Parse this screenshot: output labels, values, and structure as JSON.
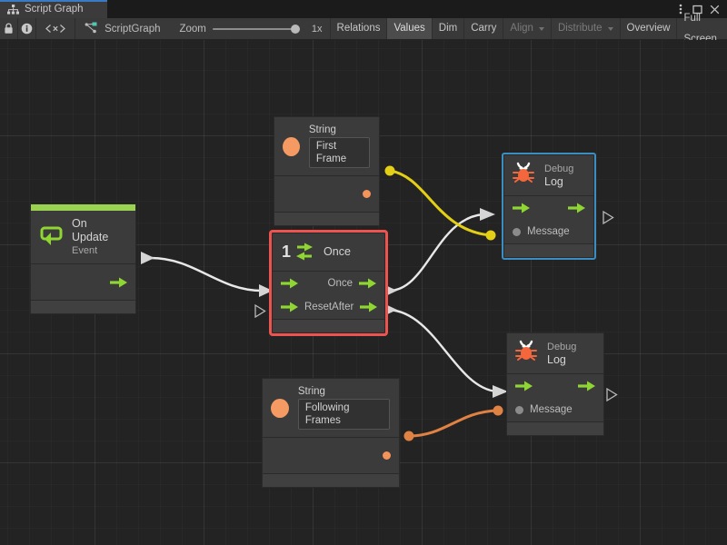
{
  "window": {
    "tab_label": "Script Graph",
    "tab_icon": "sitemap-icon",
    "menu_icon": "kebab-menu-icon",
    "maximize_icon": "maximize-icon",
    "close_icon": "close-icon"
  },
  "toolbar": {
    "lock_icon": "lock-icon",
    "info_icon": "info-icon",
    "code_icon": "angle-brackets-icon",
    "graph_icon": "script-graph-icon",
    "graph_name": "ScriptGraph",
    "zoom_label": "Zoom",
    "zoom_value": "1x",
    "buttons": [
      {
        "label": "Relations",
        "state": "normal",
        "has_caret": false
      },
      {
        "label": "Values",
        "state": "active",
        "has_caret": false
      },
      {
        "label": "Dim",
        "state": "normal",
        "has_caret": false
      },
      {
        "label": "Carry",
        "state": "normal",
        "has_caret": false
      },
      {
        "label": "Align",
        "state": "dim",
        "has_caret": true
      },
      {
        "label": "Distribute",
        "state": "dim",
        "has_caret": true
      },
      {
        "label": "Overview",
        "state": "normal",
        "has_caret": false
      },
      {
        "label": "Full Screen",
        "state": "normal",
        "has_caret": false
      }
    ]
  },
  "colors": {
    "accent_green": "#9ad34f",
    "flow_arrow_green": "#8fd633",
    "selection_red": "#ef5350",
    "selection_blue": "#3b8ec2",
    "wire_flow": "#e8e8e8",
    "wire_string_top": "#e8d21a",
    "wire_string_bottom": "#e88a4a",
    "string_port": "#f49a62",
    "canvas_bg": "#232323",
    "node_bg": "#3b3b3b"
  },
  "nodes": {
    "on_update": {
      "title": "On Update",
      "subtitle": "Event",
      "icon": "event-loop-icon",
      "output_port_label": "",
      "selected": false
    },
    "string_top": {
      "title": "String",
      "icon": "string-value-icon",
      "value": "First Frame",
      "selected": false
    },
    "string_bottom": {
      "title": "String",
      "icon": "string-value-icon",
      "value": "Following Frames",
      "selected": false
    },
    "once": {
      "title": "Once",
      "icon": "once-counter-icon",
      "icon_number": "1",
      "input_reset_label": "Reset",
      "output_once_label": "Once",
      "output_after_label": "After",
      "selected": true,
      "selection_color": "red"
    },
    "debug_log_top": {
      "title_small": "Debug",
      "title_large": "Log",
      "icon": "bug-icon",
      "input_message_label": "Message",
      "selected": true,
      "selection_color": "blue"
    },
    "debug_log_bottom": {
      "title_small": "Debug",
      "title_large": "Log",
      "icon": "bug-icon",
      "input_message_label": "Message",
      "selected": false
    }
  },
  "connections": [
    {
      "from": "on_update.flow_out",
      "to": "once.flow_in",
      "type": "flow"
    },
    {
      "from": "once.once_out",
      "to": "debug_log_top.flow_in",
      "type": "flow"
    },
    {
      "from": "once.after_out",
      "to": "debug_log_bottom.flow_in",
      "type": "flow"
    },
    {
      "from": "string_top.value_out",
      "to": "debug_log_top.message_in",
      "type": "string"
    },
    {
      "from": "string_bottom.value_out",
      "to": "debug_log_bottom.message_in",
      "type": "string"
    }
  ]
}
